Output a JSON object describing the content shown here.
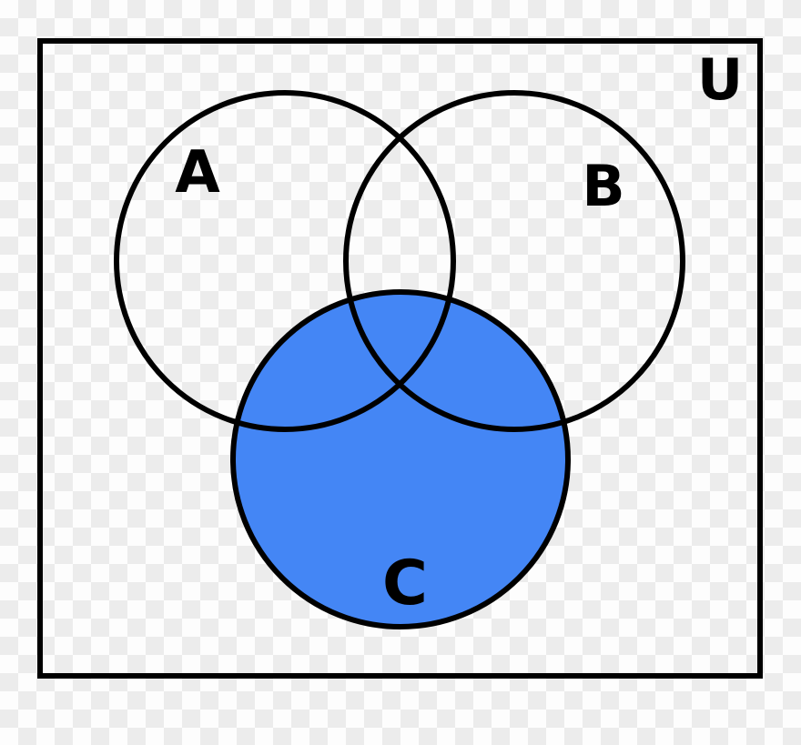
{
  "diagram": {
    "type": "venn-diagram",
    "description": "Three-set Venn diagram inside universe box with set C shaded",
    "universe_label": "U",
    "set_labels": {
      "a": "A",
      "b": "B",
      "c": "C"
    },
    "shaded_set": "C"
  },
  "colors": {
    "checker_light": "#fdfdfd",
    "checker_shade": "#ececec",
    "outline": "#000000",
    "set_c_fill": "#4486f5",
    "label_text": "#000000"
  }
}
